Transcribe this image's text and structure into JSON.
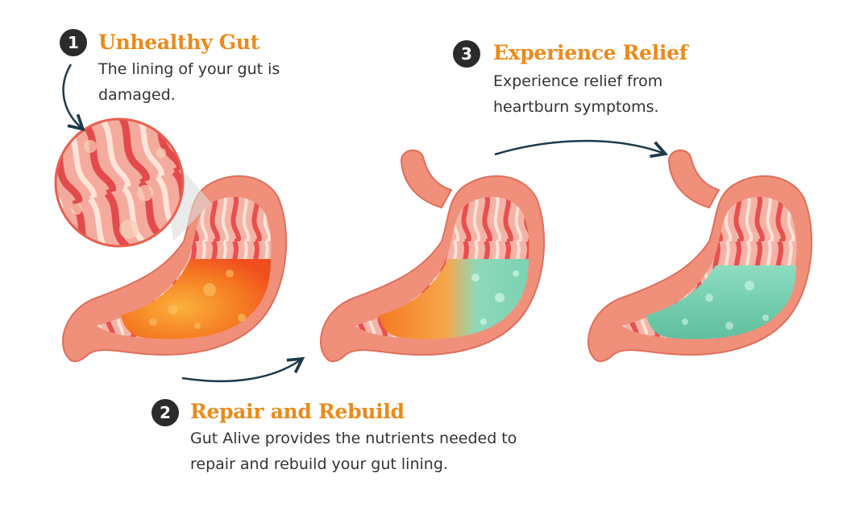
{
  "colors": {
    "accent": "#ec8a1a",
    "badge": "#2b2b2b",
    "arrow": "#1c3a4a",
    "stomach_wall": "#f0907a",
    "acid": "#f5701e",
    "relief": "#7ad3b4"
  },
  "steps": [
    {
      "number": "1",
      "title": "Unhealthy Gut",
      "description": "The lining of  your gut is damaged."
    },
    {
      "number": "2",
      "title": "Repair and Rebuild",
      "description": "Gut Alive provides the nutrients needed to repair and rebuild your gut lining."
    },
    {
      "number": "3",
      "title": "Experience Relief",
      "description": "Experience relief from heartburn symptoms."
    }
  ],
  "illustrations": [
    {
      "name": "stomach-unhealthy-icon",
      "fill_state": "acid"
    },
    {
      "name": "stomach-repairing-icon",
      "fill_state": "mixed"
    },
    {
      "name": "stomach-relieved-icon",
      "fill_state": "relief"
    }
  ]
}
